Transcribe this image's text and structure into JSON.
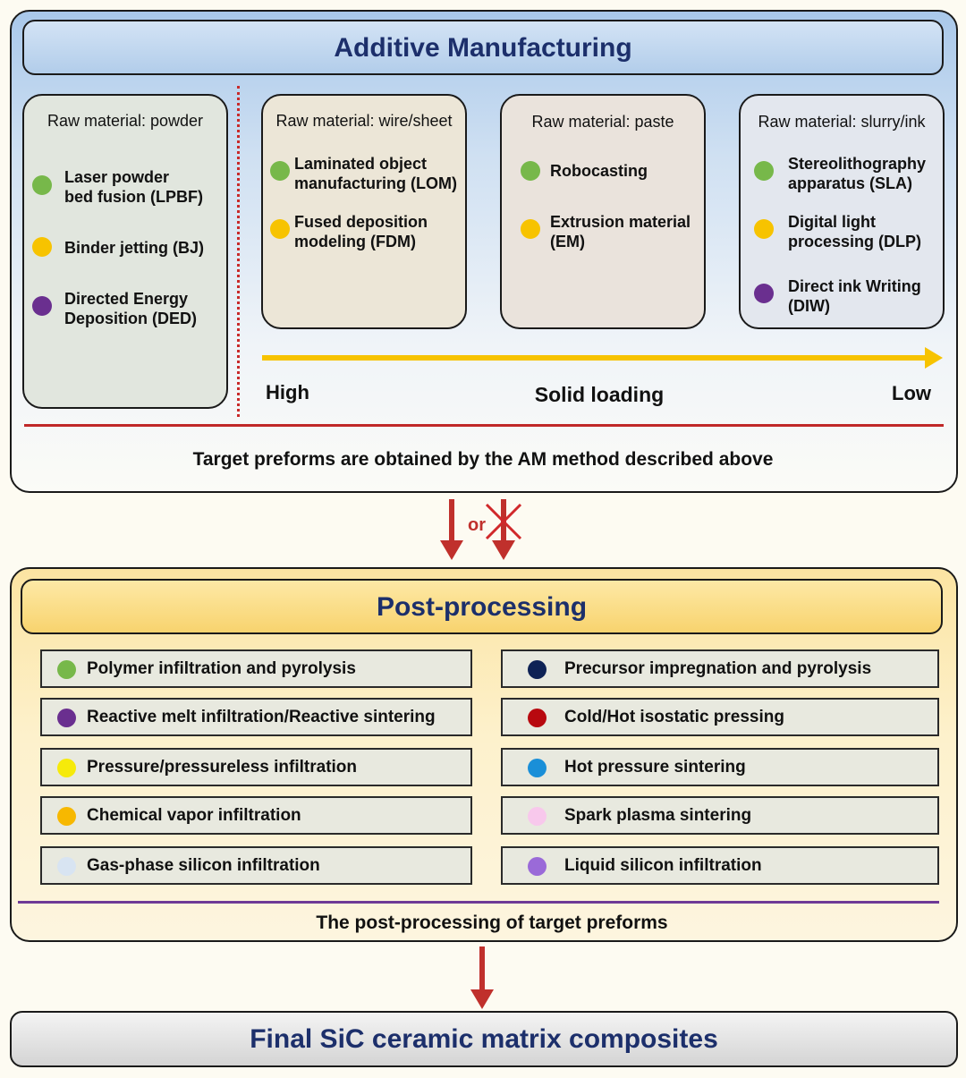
{
  "am": {
    "title": "Additive Manufacturing",
    "groups": [
      {
        "title": "Raw material: powder",
        "items": [
          {
            "label": "Laser powder\nbed fusion (LPBF)",
            "color": "#77b84a"
          },
          {
            "label": "Binder jetting (BJ)",
            "color": "#f7c300"
          },
          {
            "label": "Directed Energy\nDeposition (DED)",
            "color": "#6a2f8f"
          }
        ]
      },
      {
        "title": "Raw material: wire/sheet",
        "items": [
          {
            "label": "Laminated object\nmanufacturing (LOM)",
            "color": "#77b84a"
          },
          {
            "label": "Fused deposition\nmodeling (FDM)",
            "color": "#f7c300"
          }
        ]
      },
      {
        "title": "Raw material: paste",
        "items": [
          {
            "label": "Robocasting",
            "color": "#77b84a"
          },
          {
            "label": "Extrusion material\n(EM)",
            "color": "#f7c300"
          }
        ]
      },
      {
        "title": "Raw material: slurry/ink",
        "items": [
          {
            "label": "Stereolithography\napparatus (SLA)",
            "color": "#77b84a"
          },
          {
            "label": "Digital light\nprocessing (DLP)",
            "color": "#f7c300"
          },
          {
            "label": "Direct ink Writing\n(DIW)",
            "color": "#6a2f8f"
          }
        ]
      }
    ],
    "axis": {
      "high": "High",
      "label": "Solid loading",
      "low": "Low"
    },
    "caption": "Target preforms are obtained by the AM method described above"
  },
  "connector": {
    "or": "or"
  },
  "pp": {
    "title": "Post-processing",
    "left": [
      {
        "label": "Polymer infiltration and pyrolysis",
        "color": "#77b84a"
      },
      {
        "label": "Reactive melt infiltration/Reactive sintering",
        "color": "#6a2f8f"
      },
      {
        "label": "Pressure/pressureless infiltration",
        "color": "#f6ea0a"
      },
      {
        "label": "Chemical vapor infiltration",
        "color": "#f7b800"
      },
      {
        "label": "Gas-phase silicon infiltration",
        "color": "#d8e4f2"
      }
    ],
    "right": [
      {
        "label": "Precursor impregnation and pyrolysis",
        "color": "#0e2255"
      },
      {
        "label": "Cold/Hot isostatic pressing",
        "color": "#b8090f"
      },
      {
        "label": "Hot pressure sintering",
        "color": "#1a8fd8"
      },
      {
        "label": "Spark plasma sintering",
        "color": "#f8c8ec"
      },
      {
        "label": "Liquid silicon infiltration",
        "color": "#9a6ad8"
      }
    ],
    "caption": "The post-processing of target preforms"
  },
  "final": {
    "title": "Final SiC ceramic matrix composites"
  }
}
